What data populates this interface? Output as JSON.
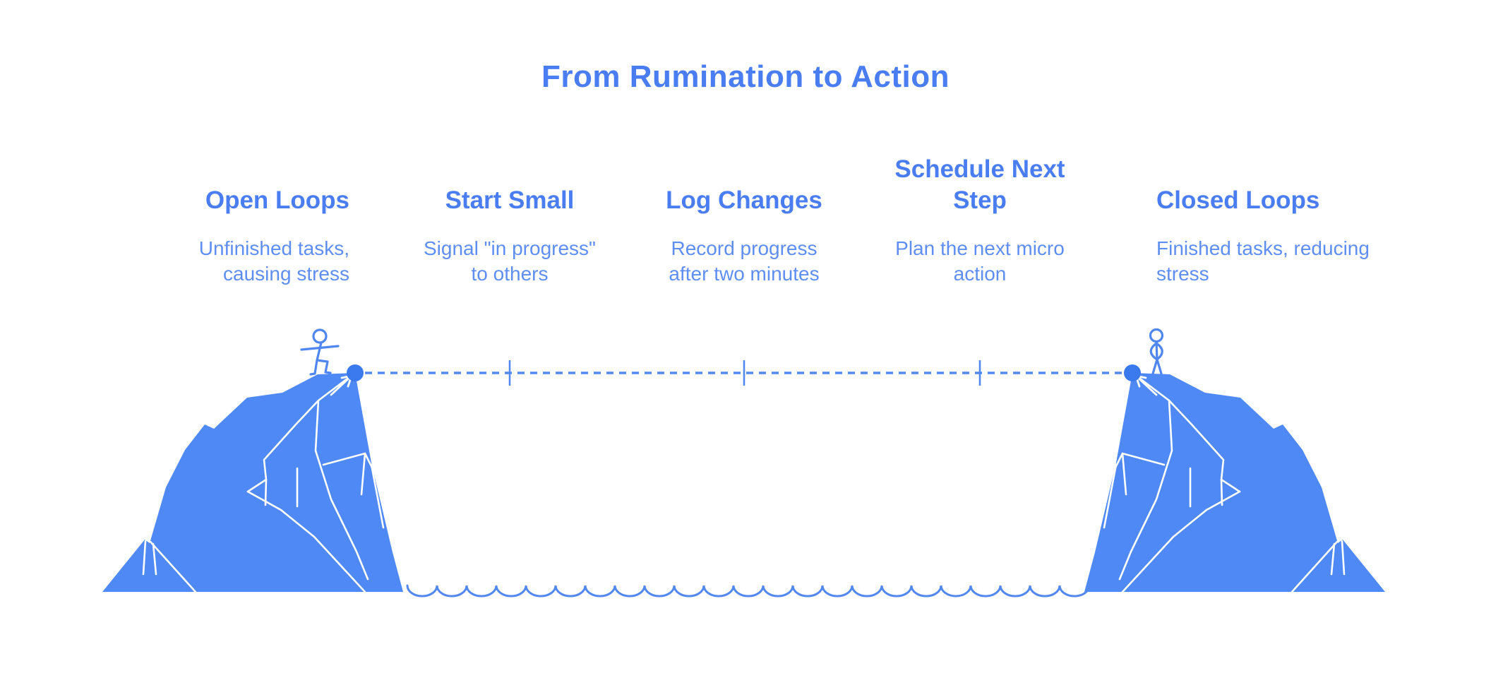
{
  "title": "From Rumination to Action",
  "columns": [
    {
      "id": "open-loops",
      "header": "Open Loops",
      "subtitle_lines": [
        "Unfinished tasks,",
        "causing stress"
      ]
    },
    {
      "id": "start-small",
      "header": "Start Small",
      "subtitle_lines": [
        "Signal \"in progress\"",
        "to others"
      ]
    },
    {
      "id": "log-changes",
      "header": "Log Changes",
      "subtitle_lines": [
        "Record progress",
        "after two minutes"
      ]
    },
    {
      "id": "schedule-next-step",
      "header_lines": [
        "Schedule Next",
        "Step"
      ],
      "subtitle_lines": [
        "Plan the next micro",
        "action"
      ]
    },
    {
      "id": "closed-loops",
      "header": "Closed Loops",
      "subtitle_lines": [
        "Finished tasks, reducing",
        "stress"
      ]
    }
  ],
  "scene": {
    "left_figure": "walking-stick-figure",
    "right_figure": "standing-stick-figure",
    "bridge": "dashed-rope-line",
    "tick_count": 3,
    "water": "wavy-water-line"
  },
  "colors": {
    "accent_text": "#4a7df1",
    "subtitle_text": "#5f8ef2",
    "cliff_fill": "#4f89f6",
    "anchor_dot": "#3b79ee",
    "line_blue": "#5288f0",
    "facet_white": "#ffffff"
  }
}
